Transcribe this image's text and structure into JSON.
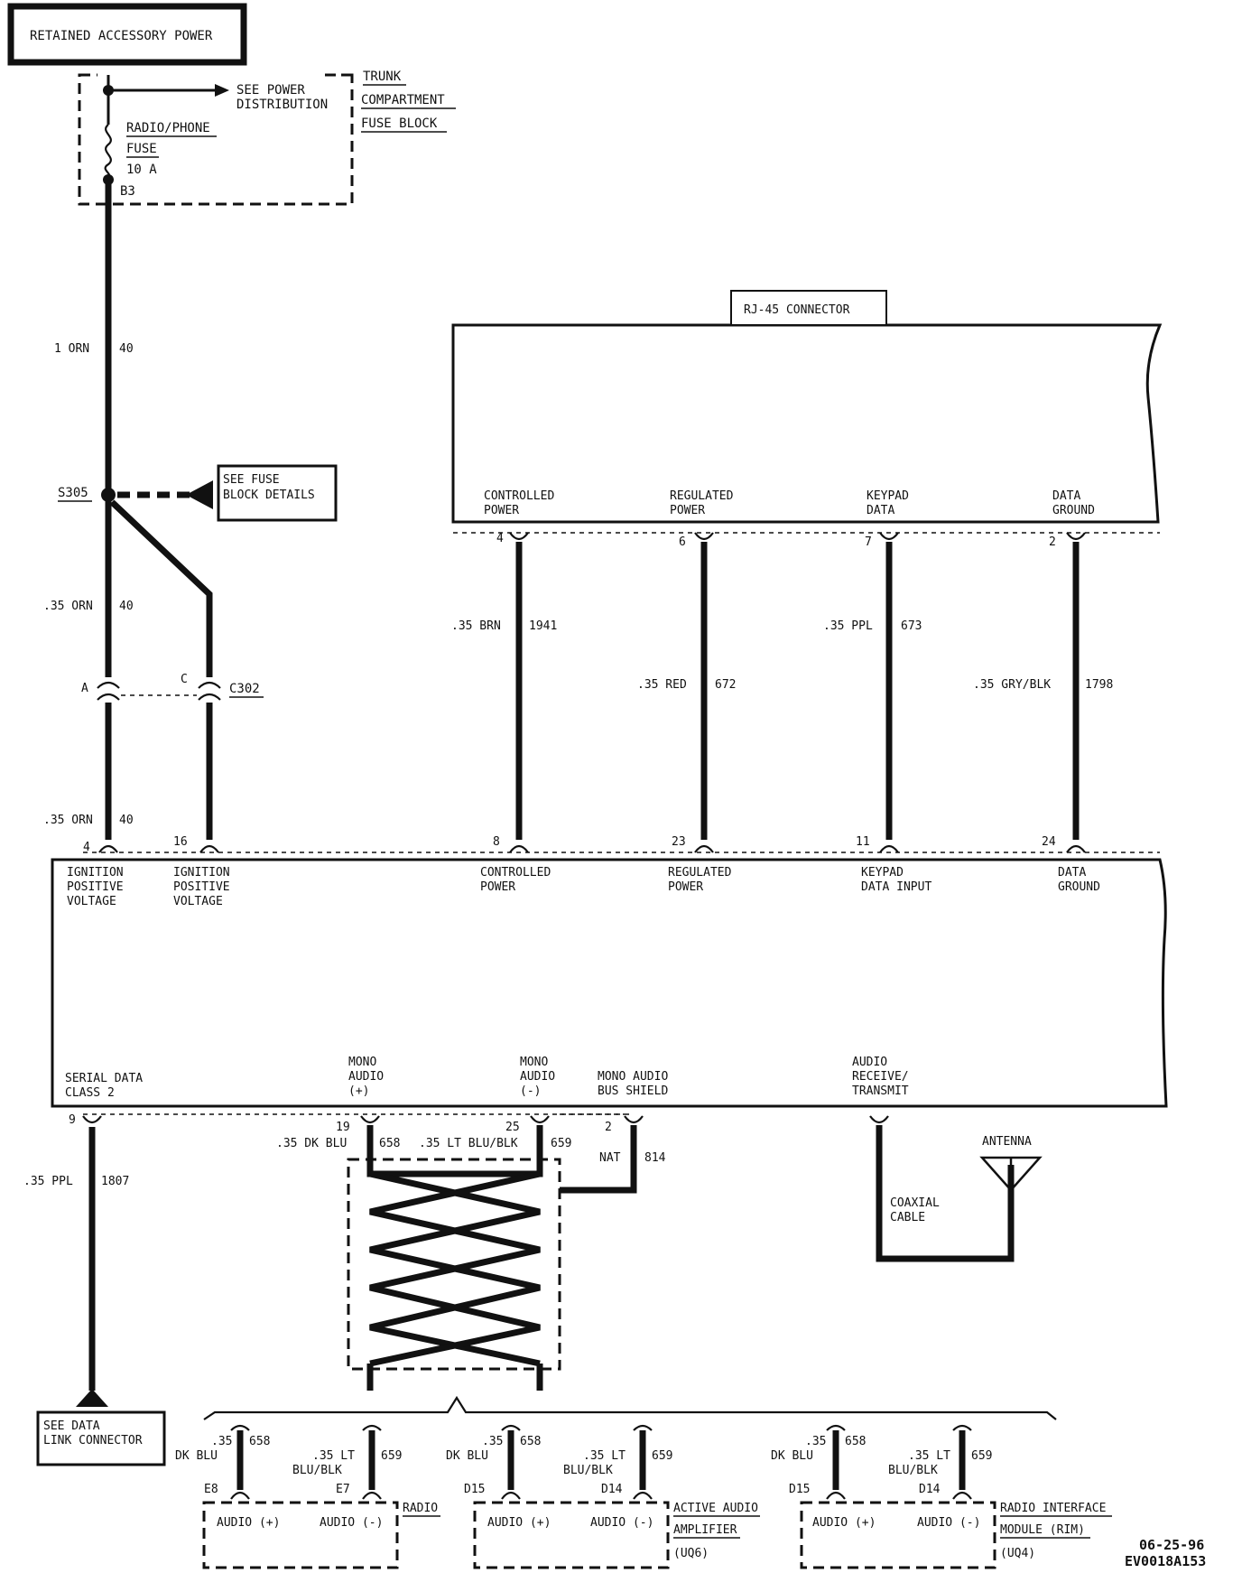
{
  "title": "RETAINED ACCESSORY POWER",
  "fuse_block": {
    "see_power_1": "SEE POWER",
    "see_power_2": "DISTRIBUTION",
    "fuse_name": "RADIO/PHONE",
    "fuse_word": "FUSE",
    "fuse_rating": "10 A",
    "fuse_terminal": "B3",
    "location_1": "TRUNK",
    "location_2": "COMPARTMENT",
    "location_3": "FUSE BLOCK"
  },
  "main_wire": {
    "gauge_1": "1 ORN",
    "circuit_1": "40",
    "gauge_2": ".35 ORN",
    "circuit_2": "40",
    "gauge_3": ".35 ORN",
    "circuit_3": "40"
  },
  "splice": {
    "name": "S305",
    "ref_1": "SEE FUSE",
    "ref_2": "BLOCK DETAILS"
  },
  "c302": {
    "name": "C302",
    "pin_a": "A",
    "pin_c": "C"
  },
  "rj45": {
    "label": "RJ-45 CONNECTOR",
    "pins": [
      {
        "num": "4",
        "l1": "CONTROLLED",
        "l2": "POWER",
        "gauge": ".35 BRN",
        "circuit": "1941"
      },
      {
        "num": "6",
        "l1": "REGULATED",
        "l2": "POWER",
        "gauge": ".35 RED",
        "circuit": "672"
      },
      {
        "num": "7",
        "l1": "KEYPAD",
        "l2": "DATA",
        "gauge": ".35 PPL",
        "circuit": "673"
      },
      {
        "num": "2",
        "l1": "DATA",
        "l2": "GROUND",
        "gauge": ".35 GRY/BLK",
        "circuit": "1798"
      }
    ]
  },
  "module_top_pins": [
    {
      "num": "4",
      "l1": "IGNITION",
      "l2": "POSITIVE",
      "l3": "VOLTAGE"
    },
    {
      "num": "16",
      "l1": "IGNITION",
      "l2": "POSITIVE",
      "l3": "VOLTAGE"
    },
    {
      "num": "8",
      "l1": "CONTROLLED",
      "l2": "POWER",
      "l3": ""
    },
    {
      "num": "23",
      "l1": "REGULATED",
      "l2": "POWER",
      "l3": ""
    },
    {
      "num": "11",
      "l1": "KEYPAD",
      "l2": "DATA INPUT",
      "l3": ""
    },
    {
      "num": "24",
      "l1": "DATA",
      "l2": "GROUND",
      "l3": ""
    }
  ],
  "module_bottom": {
    "serial_1": "SERIAL DATA",
    "serial_2": "CLASS 2",
    "serial_pin": "9",
    "mono_p1": "MONO",
    "mono_p2": "AUDIO",
    "mono_p3": "(+)",
    "mono_p_pin": "19",
    "mono_m1": "MONO",
    "mono_m2": "AUDIO",
    "mono_m3": "(-)",
    "mono_m_pin": "25",
    "shield_1": "MONO AUDIO",
    "shield_2": "BUS SHIELD",
    "shield_pin": "2",
    "audio_rt_1": "AUDIO",
    "audio_rt_2": "RECEIVE/",
    "audio_rt_3": "TRANSMIT"
  },
  "lower_wires": {
    "serial_gauge": ".35 PPL",
    "serial_circuit": "1807",
    "p_gauge": ".35 DK BLU",
    "p_circuit": "658",
    "m_gauge": ".35 LT BLU/BLK",
    "m_circuit": "659",
    "shield_gauge": "NAT",
    "shield_circuit": "814",
    "coax_1": "COAXIAL",
    "coax_2": "CABLE",
    "antenna": "ANTENNA"
  },
  "dlc": {
    "l1": "SEE DATA",
    "l2": "LINK CONNECTOR"
  },
  "destinations": [
    {
      "p_g1": ".35",
      "p_g2": "DK BLU",
      "p_circ": "658",
      "p_pin": "E8",
      "m_g1": ".35 LT",
      "m_g2": "BLU/BLK",
      "m_circ": "659",
      "m_pin": "E7",
      "aud_p": "AUDIO (+)",
      "aud_m": "AUDIO (-)",
      "name_1": "RADIO",
      "name_2": "",
      "name_3": ""
    },
    {
      "p_g1": ".35",
      "p_g2": "DK BLU",
      "p_circ": "658",
      "p_pin": "D15",
      "m_g1": ".35 LT",
      "m_g2": "BLU/BLK",
      "m_circ": "659",
      "m_pin": "D14",
      "aud_p": "AUDIO (+)",
      "aud_m": "AUDIO (-)",
      "name_1": "ACTIVE AUDIO",
      "name_2": "AMPLIFIER",
      "name_3": "(UQ6)"
    },
    {
      "p_g1": ".35",
      "p_g2": "DK BLU",
      "p_circ": "658",
      "p_pin": "D15",
      "m_g1": ".35 LT",
      "m_g2": "BLU/BLK",
      "m_circ": "659",
      "m_pin": "D14",
      "aud_p": "AUDIO (+)",
      "aud_m": "AUDIO (-)",
      "name_1": "RADIO INTERFACE",
      "name_2": "MODULE (RIM)",
      "name_3": "(UQ4)"
    }
  ],
  "footer": {
    "date": "06-25-96",
    "code": "EV0018A153"
  }
}
